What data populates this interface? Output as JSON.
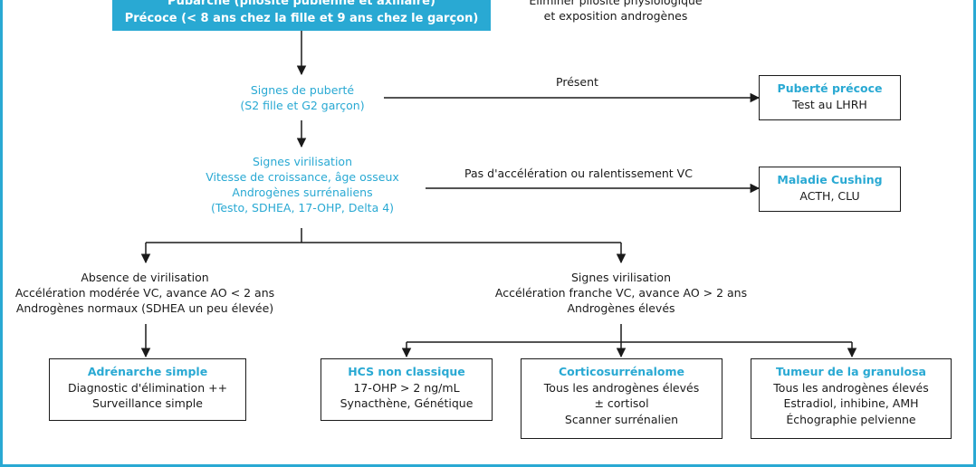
{
  "top_box": {
    "line1": "Pubarche (pilosité pubienne et axillaire)",
    "line2": "Précoce (< 8 ans chez la fille et 9 ans chez le garçon)"
  },
  "top_note": {
    "line1": "Éliminer pilosité physiologique",
    "line2": "et exposition androgènes"
  },
  "puberty_signs": {
    "line1": "Signes de puberté",
    "line2": "(S2 fille et G2 garçon)"
  },
  "present_label": "Présent",
  "precocious_puberty": {
    "title": "Puberté précoce",
    "line1": "Test au LHRH"
  },
  "virilization_signs": {
    "line1": "Signes virilisation",
    "line2": "Vitesse de croissance, âge osseux",
    "line3": "Androgènes surrénaliens",
    "line4": "(Testo, SDHEA, 17-OHP, Delta 4)"
  },
  "no_acceleration_label": "Pas d'accélération ou ralentissement VC",
  "cushing": {
    "title": "Maladie Cushing",
    "line1": "ACTH, CLU"
  },
  "no_virilization": {
    "line1": "Absence de virilisation",
    "line2": "Accélération modérée VC, avance AO < 2 ans",
    "line3": "Androgènes normaux (SDHEA un peu élevée)"
  },
  "virilization": {
    "line1": "Signes virilisation",
    "line2": "Accélération franche VC, avance AO > 2 ans",
    "line3": "Androgènes élevés"
  },
  "adrenarche": {
    "title": "Adrénarche simple",
    "line1": "Diagnostic d'élimination ++",
    "line2": "Surveillance simple"
  },
  "hcs": {
    "title": "HCS non classique",
    "line1": "17-OHP > 2 ng/mL",
    "line2": "Synacthène, Génétique"
  },
  "corticosurrenalome": {
    "title": "Corticosurrénalome",
    "line1": "Tous les androgènes élevés",
    "line2": "± cortisol",
    "line3": "Scanner surrénalien"
  },
  "granulosa": {
    "title": "Tumeur de la granulosa",
    "line1": "Tous les androgènes élevés",
    "line2": "Estradiol, inhibine, AMH",
    "line3": "Échographie pelvienne"
  },
  "colors": {
    "accent": "#29a9d3",
    "ink": "#1a1a1a"
  }
}
